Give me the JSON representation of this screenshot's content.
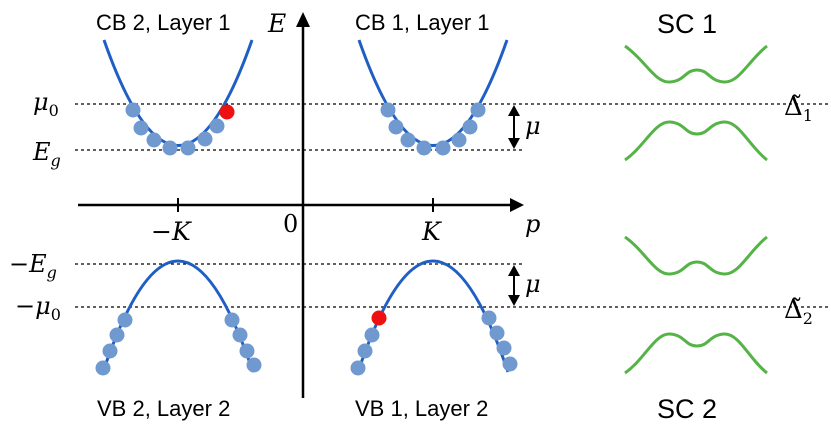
{
  "labels": {
    "cb2": "CB 2, Layer 1",
    "cb1": "CB 1, Layer 1",
    "vb2": "VB 2, Layer 2",
    "vb1": "VB 1, Layer 2",
    "sc1": "SC 1",
    "sc2": "SC 2"
  },
  "axes": {
    "e_axis": "E",
    "p_axis": "p",
    "origin": "0",
    "minus_k": "−K",
    "k": "K"
  },
  "levels": {
    "mu0": "μ",
    "mu0_sub": "0",
    "eg": "E",
    "eg_sub": "g",
    "neg_eg": "−E",
    "neg_eg_sub": "g",
    "neg_mu0": "−μ",
    "neg_mu0_sub": "0",
    "mu": "μ",
    "delta": "Δ̃",
    "delta1_sub": "1",
    "delta2_sub": "2"
  },
  "colors": {
    "band": "#1f5fc4",
    "state": "#7099cf",
    "marked_state": "#ee1111",
    "sc_curve": "#55b347",
    "line": "#000000"
  },
  "icons": {
    "e_axis_arrow": "arrow-up-icon",
    "p_axis_arrow": "arrow-right-icon",
    "mu_arrow": "double-arrow-vertical-icon"
  }
}
